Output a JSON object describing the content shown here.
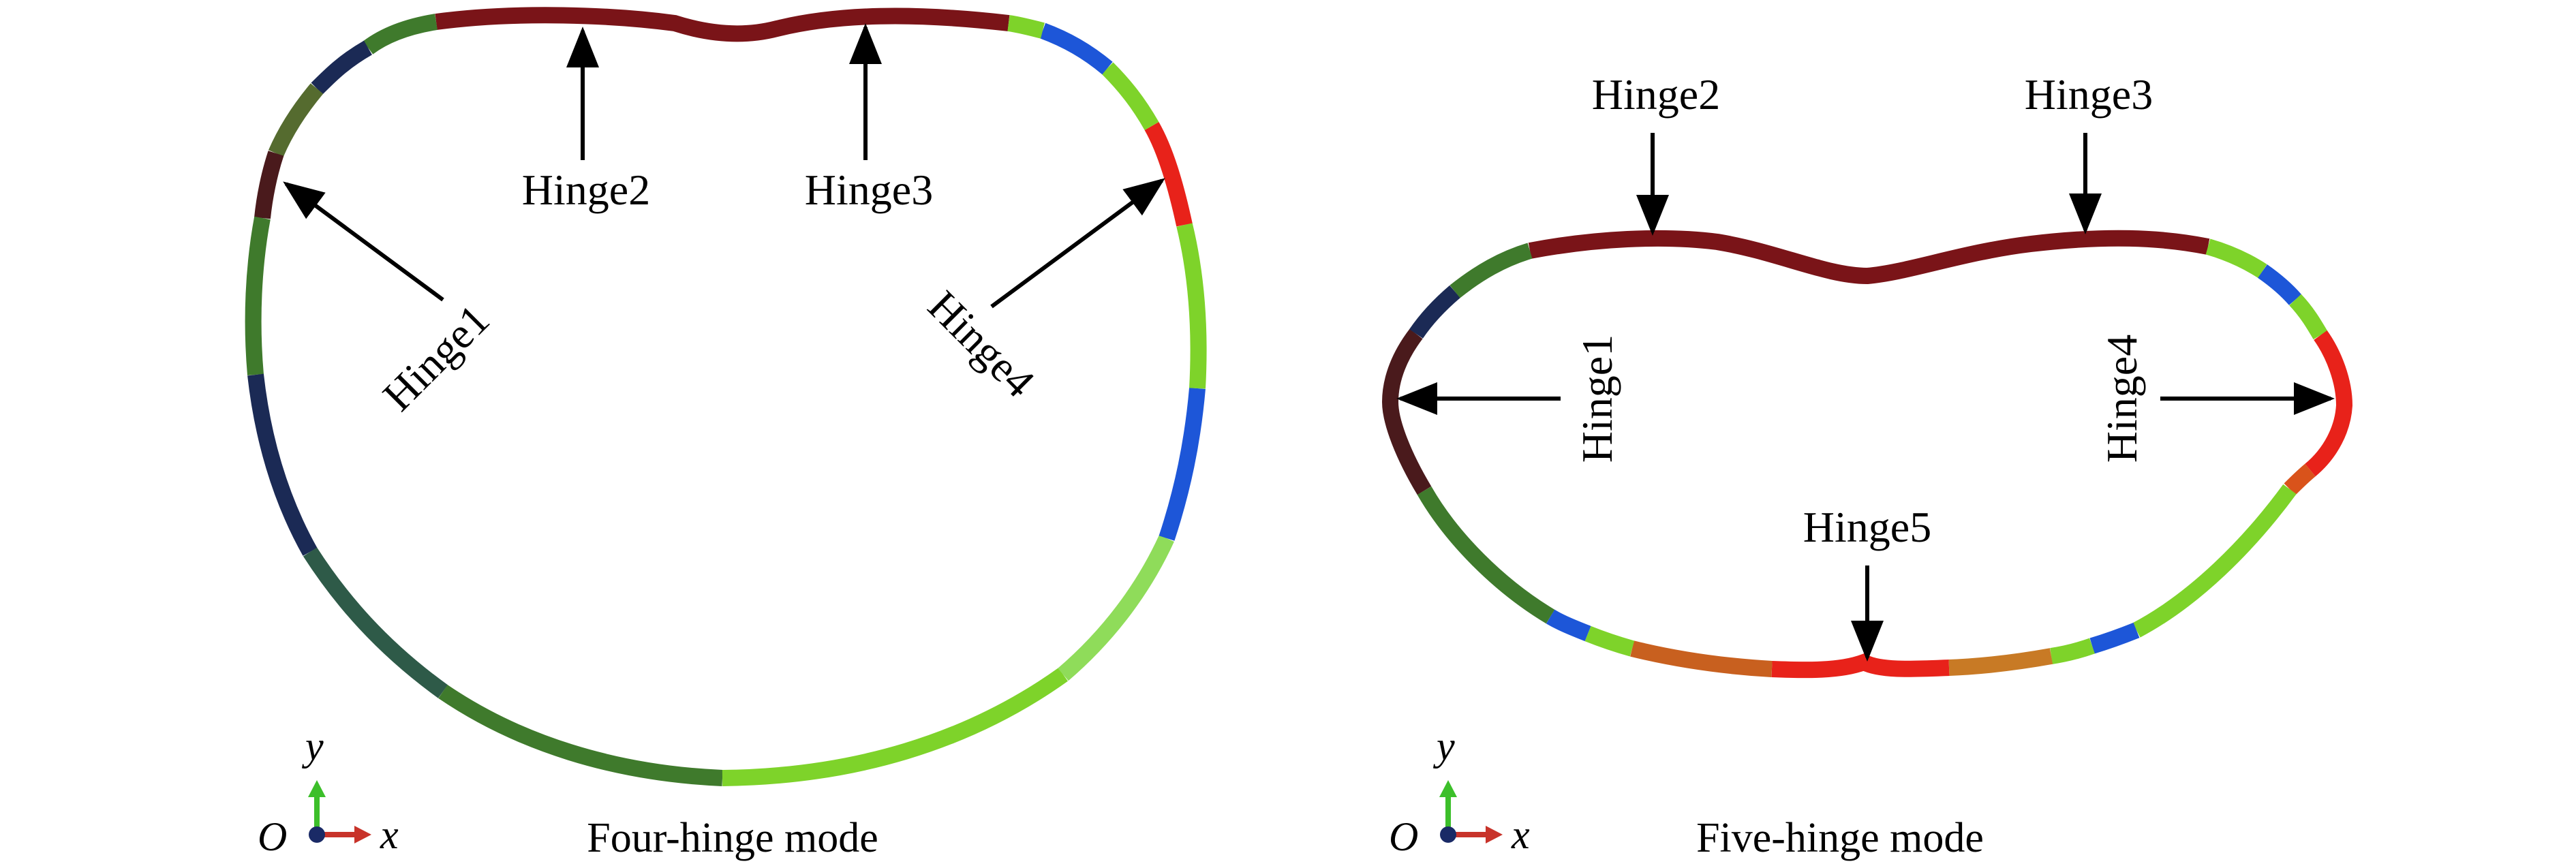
{
  "left_panel": {
    "caption": "Four-hinge mode",
    "hinges": [
      "Hinge1",
      "Hinge2",
      "Hinge3",
      "Hinge4"
    ],
    "axes": {
      "origin": "O",
      "x": "x",
      "y": "y"
    }
  },
  "right_panel": {
    "caption": "Five-hinge mode",
    "hinges": [
      "Hinge1",
      "Hinge2",
      "Hinge3",
      "Hinge4",
      "Hinge5"
    ],
    "axes": {
      "origin": "O",
      "x": "x",
      "y": "y"
    }
  },
  "colors": {
    "dark_red": "#7a1418",
    "red": "#e8221a",
    "green": "#7ed32a",
    "dark_green": "#3f7a2c",
    "blue": "#1d56d8",
    "navy": "#1b2a55",
    "orange": "#d9531b",
    "axis_y": "#3cbf2a",
    "axis_x": "#c8332a",
    "axis_origin": "#1a2a66"
  }
}
